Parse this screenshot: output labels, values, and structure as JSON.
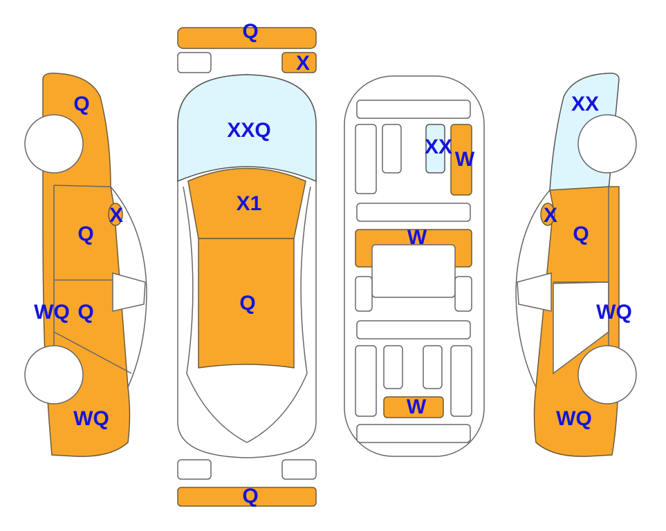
{
  "colors": {
    "damaged": "#F9A72B",
    "glass": "#DDF5FC",
    "label": "#1414DC"
  },
  "left_side": {
    "front_fender": "Q",
    "mirror": "X",
    "front_door": "Q",
    "rear_door_left": "WQ",
    "rear_door": "Q",
    "rear_quarter": "WQ"
  },
  "top_view": {
    "front_bumper": "Q",
    "right_headlight": "X",
    "windshield": "XXQ",
    "hood": "X1",
    "roof": "Q",
    "rear_bumper": "Q"
  },
  "interior": {
    "rear_glass_a": "XX",
    "rear_glass_b": "W",
    "dashboard": "W",
    "trunk": "W"
  },
  "right_side": {
    "front_glass": "XX",
    "mirror": "X",
    "front_door": "Q",
    "rear_door": "WQ",
    "rear_quarter": "WQ"
  }
}
